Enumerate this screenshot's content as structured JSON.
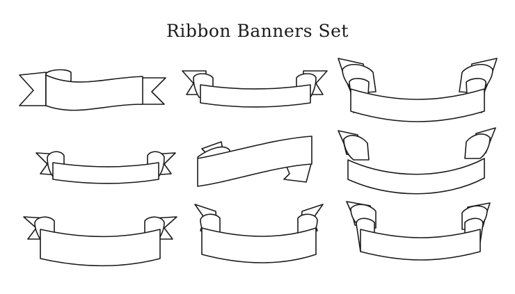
{
  "title": "Ribbon Banners Set",
  "colors": {
    "stroke": "#1a1a1a",
    "fill": "#ffffff",
    "background": "#ffffff"
  },
  "banners": [
    "ribbon-banner-swallowtail-wave",
    "ribbon-banner-scroll-flat",
    "ribbon-banner-scroll-double-fold",
    "ribbon-banner-scroll-small",
    "ribbon-banner-diagonal-twist",
    "ribbon-banner-scroll-arched-fold",
    "ribbon-banner-scroll-arched",
    "ribbon-banner-scroll-arched-tall",
    "ribbon-banner-scroll-double-fold-low"
  ]
}
